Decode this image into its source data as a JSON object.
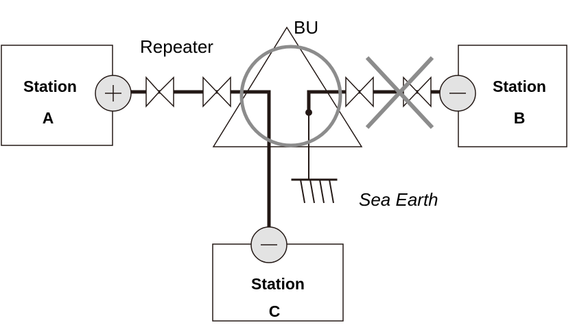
{
  "stations": [
    {
      "name": "Station",
      "id": "A",
      "pole": "+"
    },
    {
      "name": "Station",
      "id": "B",
      "pole": "−"
    },
    {
      "name": "Station",
      "id": "C",
      "pole": "−"
    }
  ],
  "labels": {
    "repeater": "Repeater",
    "bu": "BU",
    "sea_earth": "Sea Earth"
  },
  "colors": {
    "line": "#231815",
    "pole_fill": "#e3e3e3",
    "overlay_gray": "#8c8c8c"
  }
}
